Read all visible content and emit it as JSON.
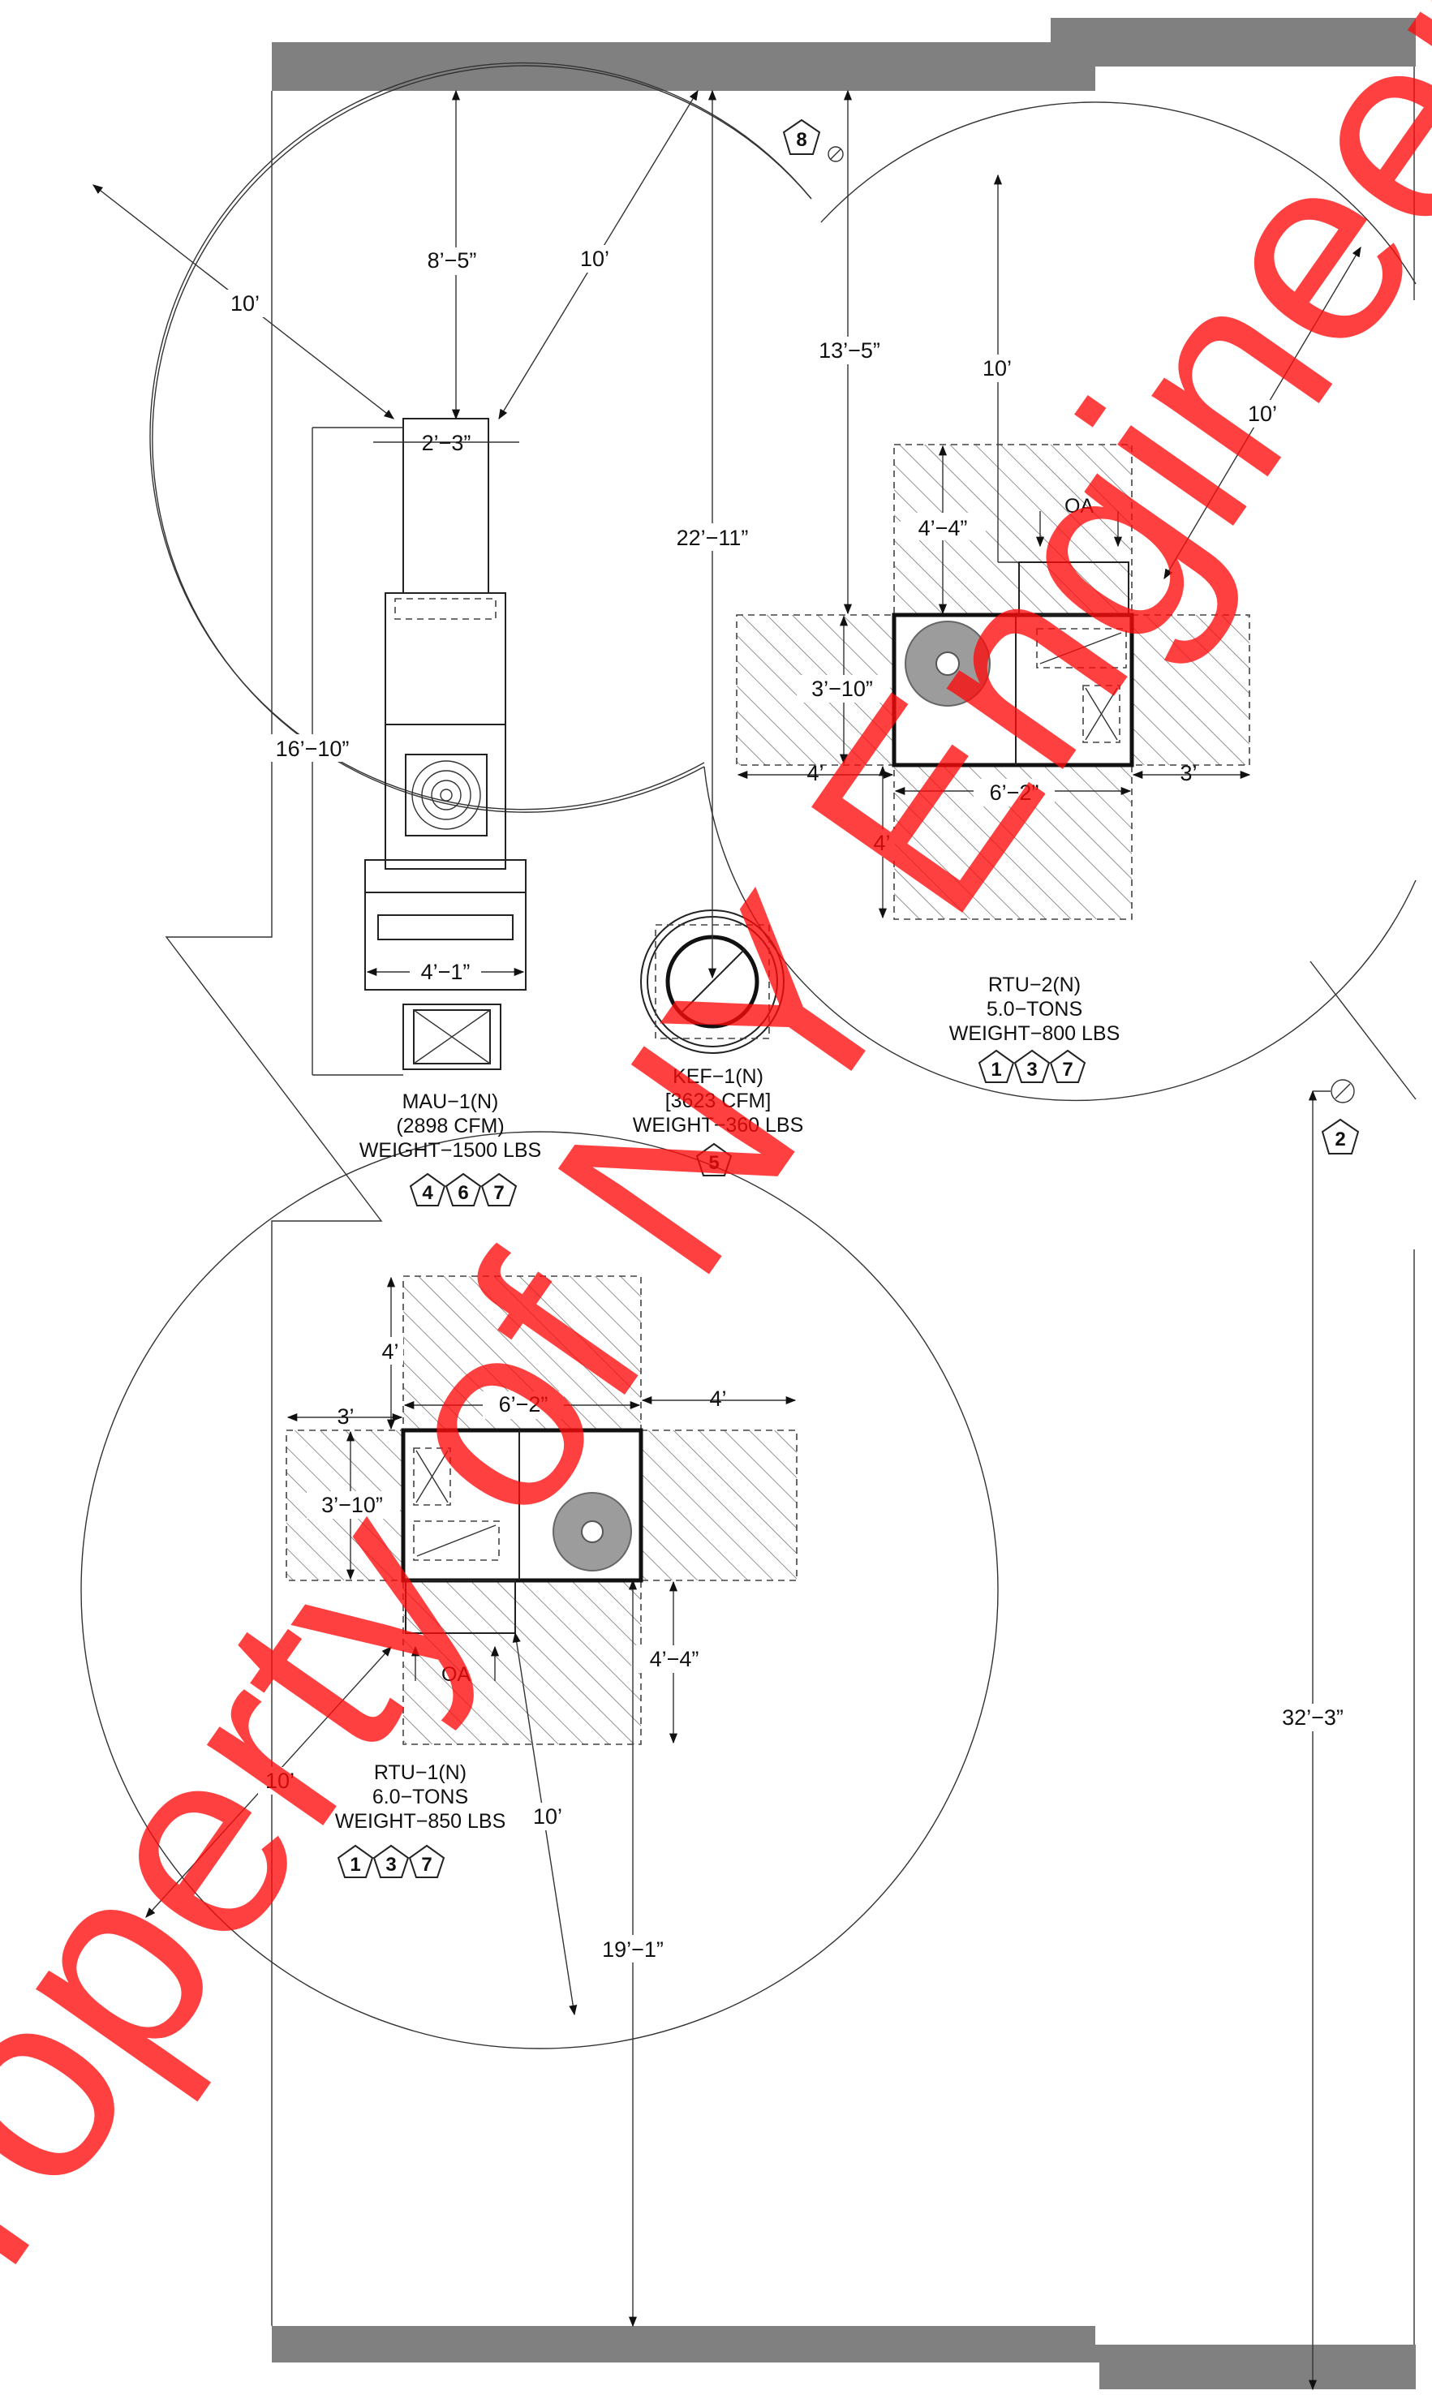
{
  "units": [
    {
      "id": "mau1",
      "lines": [
        "MAU−1(N)",
        "(2898  CFM)",
        "WEIGHT−1500  LBS"
      ],
      "tags": [
        "4",
        "6",
        "7"
      ]
    },
    {
      "id": "kef1",
      "lines": [
        "KEF−1(N)",
        "[3623  CFM]",
        "WEIGHT−360  LBS"
      ],
      "tags": [
        "5"
      ]
    },
    {
      "id": "rtu2",
      "lines": [
        "RTU−2(N)",
        "5.0−TONS",
        "WEIGHT−800  LBS"
      ],
      "tags": [
        "1",
        "3",
        "7"
      ]
    },
    {
      "id": "rtu1",
      "lines": [
        "RTU−1(N)",
        "6.0−TONS",
        "WEIGHT−850  LBS"
      ],
      "tags": [
        "1",
        "3",
        "7"
      ]
    }
  ],
  "dims": {
    "d_8_5": "8’−5”",
    "d_10": "10’",
    "d_2_3": "2’−3”",
    "d_16_10": "16’−10”",
    "d_4_1": "4’−1”",
    "d_22_11": "22’−11”",
    "d_13_5": "13’−5”",
    "d_4_4": "4’−4”",
    "d_3_10": "3’−10”",
    "d_4": "4’",
    "d_3": "3’",
    "d_6_2": "6’−2”",
    "d_19_1": "19’−1”",
    "d_32_3": "32’−3”",
    "oa": "OA"
  },
  "notes": {
    "n8": "8",
    "n2": "2"
  },
  "watermark": "Property of NY Engineers",
  "colors": {
    "watermark": "#ff0a0a",
    "wall": "#808080"
  }
}
